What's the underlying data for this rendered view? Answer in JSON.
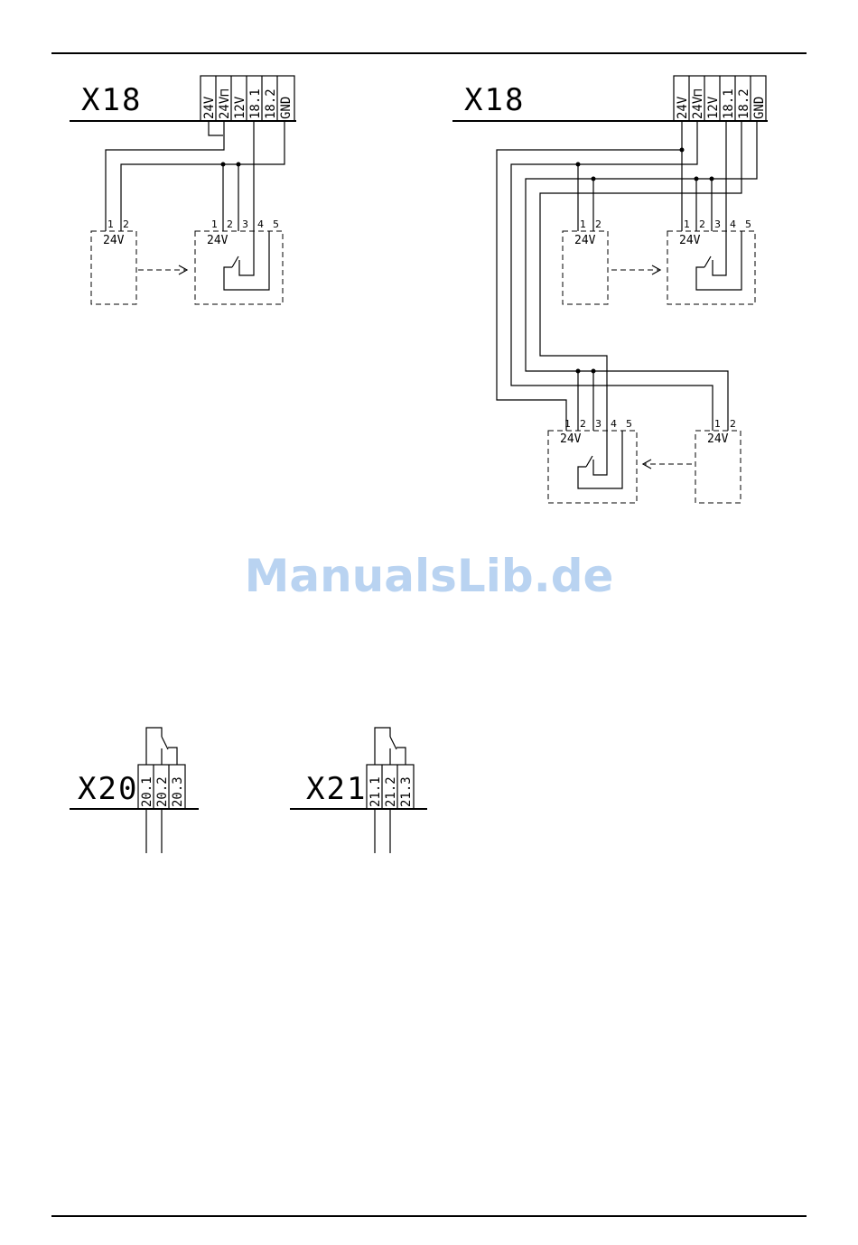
{
  "watermark": "ManualsLib.de",
  "x18_left": {
    "label": "X18",
    "terminals": [
      "24V",
      "24V⊓",
      "12V",
      "18.1",
      "18.2",
      "GND"
    ],
    "device1": {
      "pins": [
        "1",
        "2"
      ],
      "voltage": "24V"
    },
    "device2": {
      "pins": [
        "1",
        "2",
        "3",
        "4",
        "5"
      ],
      "voltage": "24V"
    }
  },
  "x18_right": {
    "label": "X18",
    "terminals": [
      "24V",
      "24V⊓",
      "12V",
      "18.1",
      "18.2",
      "GND"
    ],
    "device1": {
      "pins": [
        "1",
        "2"
      ],
      "voltage": "24V"
    },
    "device2": {
      "pins": [
        "1",
        "2",
        "3",
        "4",
        "5"
      ],
      "voltage": "24V"
    },
    "device3": {
      "pins": [
        "1",
        "2",
        "3",
        "4",
        "5"
      ],
      "voltage": "24V"
    },
    "device4": {
      "pins": [
        "1",
        "2"
      ],
      "voltage": "24V"
    }
  },
  "x20": {
    "label": "X20",
    "terminals": [
      "20.1",
      "20.2",
      "20.3"
    ]
  },
  "x21": {
    "label": "X21",
    "terminals": [
      "21.1",
      "21.2",
      "21.3"
    ]
  }
}
